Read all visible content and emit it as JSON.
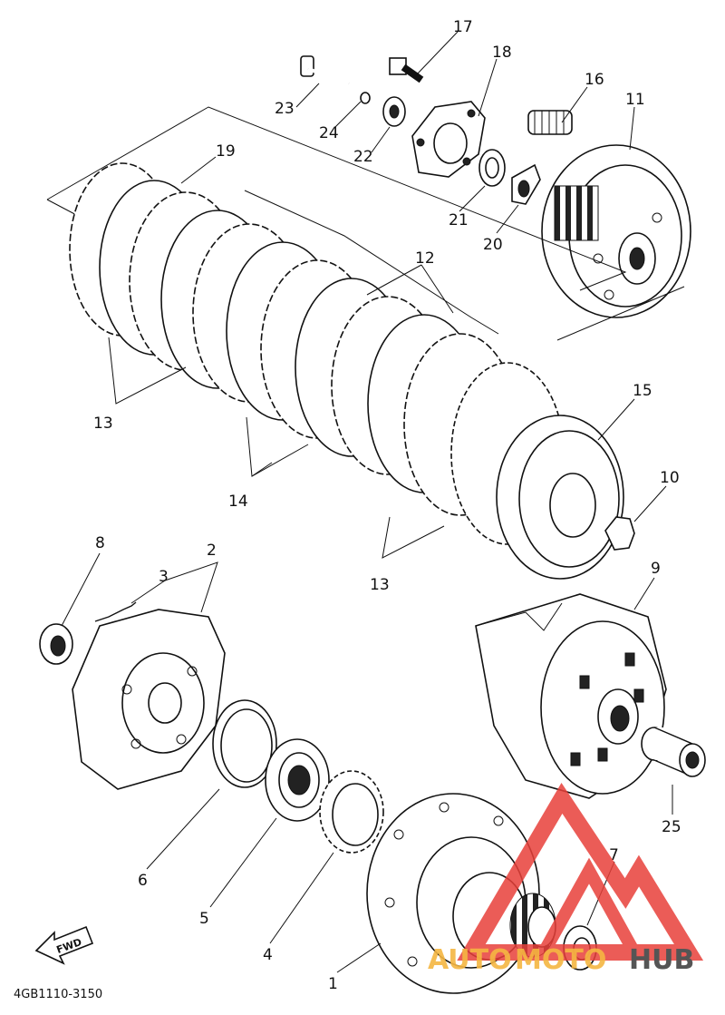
{
  "diagram": {
    "drawing_code": "4GB1110-3150",
    "fwd_label": "FWD",
    "part_numbers": {
      "p1": "1",
      "p2": "2",
      "p3": "3",
      "p4": "4",
      "p5": "5",
      "p6": "6",
      "p7": "7",
      "p8": "8",
      "p9": "9",
      "p10": "10",
      "p11": "11",
      "p12": "12",
      "p13a": "13",
      "p13b": "13",
      "p14": "14",
      "p15": "15",
      "p16": "16",
      "p17": "17",
      "p18": "18",
      "p19": "19",
      "p20": "20",
      "p21": "21",
      "p22": "22",
      "p23": "23",
      "p24": "24",
      "p25": "25"
    }
  },
  "watermark": {
    "text_part1": "AUTO",
    "text_part2": "MOTO",
    "text_part3": "HUB",
    "colors": {
      "logo": "#e8403a",
      "orange": "#f5b642",
      "gray": "#555555"
    }
  }
}
